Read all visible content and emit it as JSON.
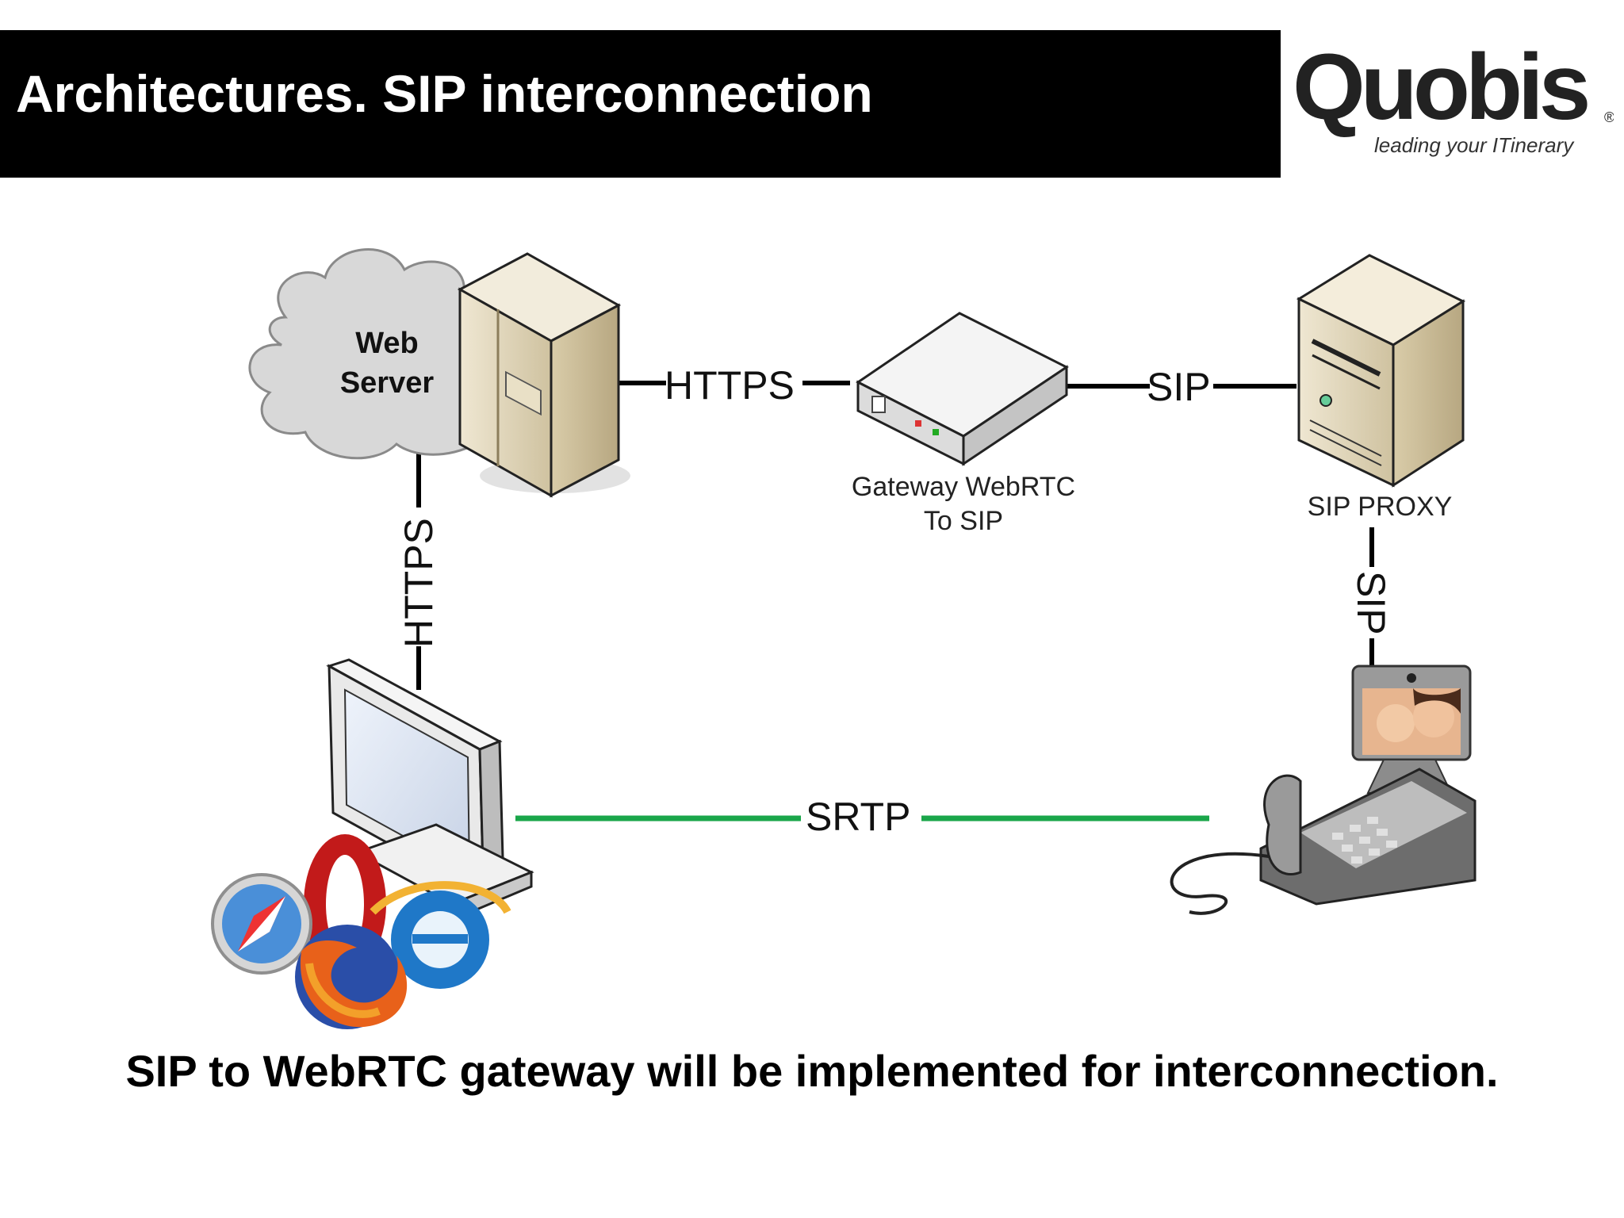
{
  "slide": {
    "title": "Architectures. SIP interconnection",
    "conclusion": "SIP to WebRTC gateway will be implemented for interconnection."
  },
  "logo": {
    "name": "Quobis",
    "tagline": "leading your ITinerary",
    "registered_mark": "®"
  },
  "nodes": {
    "web_server": {
      "label_line1": "Web",
      "label_line2": "Server",
      "icon": "server-tower-icon"
    },
    "gateway": {
      "label_line1": "Gateway WebRTC",
      "label_line2": "To SIP",
      "icon": "gateway-appliance-icon"
    },
    "sip_proxy": {
      "label": "SIP PROXY",
      "icon": "server-tower-icon"
    },
    "browser_client": {
      "icon": "monitor-icon",
      "browsers": [
        "safari-icon",
        "opera-icon",
        "firefox-icon",
        "ie-icon"
      ]
    },
    "video_phone": {
      "icon": "video-phone-icon"
    }
  },
  "links": {
    "web_to_gateway": "HTTPS",
    "gateway_to_proxy": "SIP",
    "web_to_client": "HTTPS",
    "proxy_to_phone": "SIP",
    "client_to_phone": "SRTP"
  },
  "colors": {
    "title_bg": "#000000",
    "title_text": "#ffffff",
    "srtp_line": "#1aa64a",
    "server_body": "#e6dcc2"
  }
}
